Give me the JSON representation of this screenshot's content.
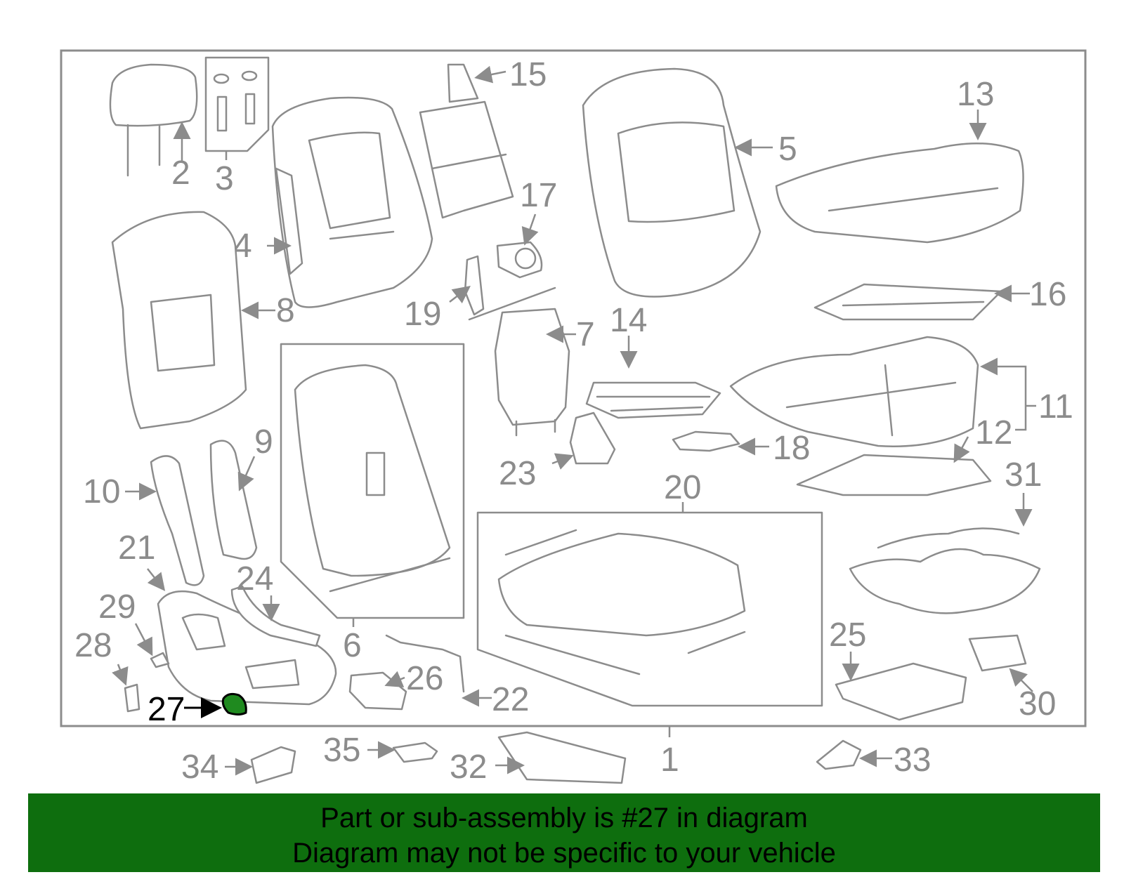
{
  "callouts": {
    "c1": "1",
    "c2": "2",
    "c3": "3",
    "c4": "4",
    "c5": "5",
    "c6": "6",
    "c7": "7",
    "c8": "8",
    "c9": "9",
    "c10": "10",
    "c11": "11",
    "c12": "12",
    "c13": "13",
    "c14": "14",
    "c15": "15",
    "c16": "16",
    "c17": "17",
    "c18": "18",
    "c19": "19",
    "c20": "20",
    "c21": "21",
    "c22": "22",
    "c23": "23",
    "c24": "24",
    "c25": "25",
    "c26": "26",
    "c27": "27",
    "c28": "28",
    "c29": "29",
    "c30": "30",
    "c31": "31",
    "c32": "32",
    "c33": "33",
    "c34": "34",
    "c35": "35"
  },
  "highlight": {
    "part_number": "27",
    "color": "#1f8a1f"
  },
  "banner": {
    "line1": "Part or sub-assembly is #27 in diagram",
    "line2": "Diagram may not be specific to your vehicle",
    "background": "#0e6e0e"
  }
}
